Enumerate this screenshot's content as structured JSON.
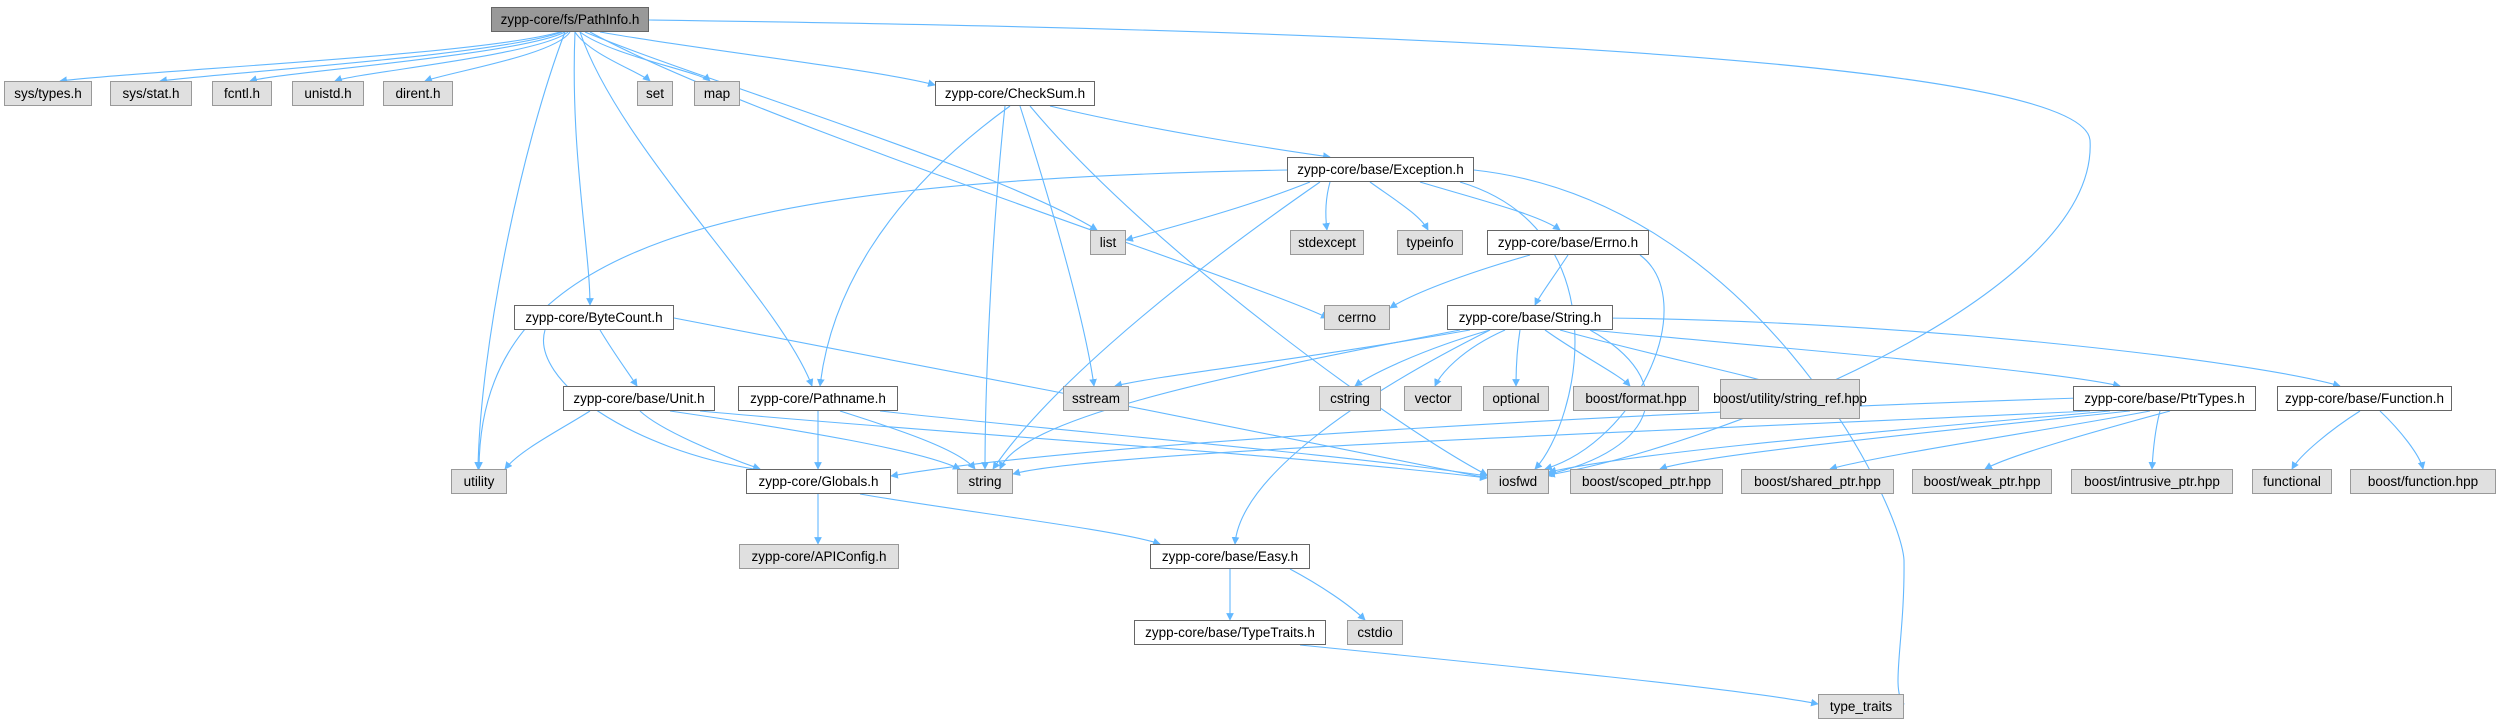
{
  "graph": {
    "colors": {
      "edge": "#63b8ff",
      "header_border": "#666666",
      "system_fill": "#e0e0e0",
      "current_fill": "#999999"
    },
    "nodes": {
      "pathinfo": "zypp-core/fs/PathInfo.h",
      "sys_types": "sys/types.h",
      "sys_stat": "sys/stat.h",
      "fcntl": "fcntl.h",
      "unistd": "unistd.h",
      "dirent": "dirent.h",
      "set": "set",
      "map": "map",
      "checksum": "zypp-core/CheckSum.h",
      "exception": "zypp-core/base/Exception.h",
      "list": "list",
      "stdexcept": "stdexcept",
      "typeinfo": "typeinfo",
      "errno_h": "zypp-core/base/Errno.h",
      "cerrno": "cerrno",
      "string_h": "zypp-core/base/String.h",
      "bytecount": "zypp-core/ByteCount.h",
      "sstream": "sstream",
      "cstring": "cstring",
      "vector": "vector",
      "optional": "optional",
      "boost_format": "boost/format.hpp",
      "boost_string_ref": "boost/utility/string_ref.hpp",
      "unit": "zypp-core/base/Unit.h",
      "pathname": "zypp-core/Pathname.h",
      "ptrtypes": "zypp-core/base/PtrTypes.h",
      "function_h": "zypp-core/base/Function.h",
      "utility": "utility",
      "globals": "zypp-core/Globals.h",
      "string": "string",
      "iosfwd": "iosfwd",
      "boost_scoped": "boost/scoped_ptr.hpp",
      "boost_shared": "boost/shared_ptr.hpp",
      "boost_weak": "boost/weak_ptr.hpp",
      "boost_intrusive": "boost/intrusive_ptr.hpp",
      "functional": "functional",
      "boost_function": "boost/function.hpp",
      "apiconfig": "zypp-core/APIConfig.h",
      "easy": "zypp-core/base/Easy.h",
      "typetraits": "zypp-core/base/TypeTraits.h",
      "cstdio": "cstdio",
      "type_traits": "type_traits"
    }
  }
}
